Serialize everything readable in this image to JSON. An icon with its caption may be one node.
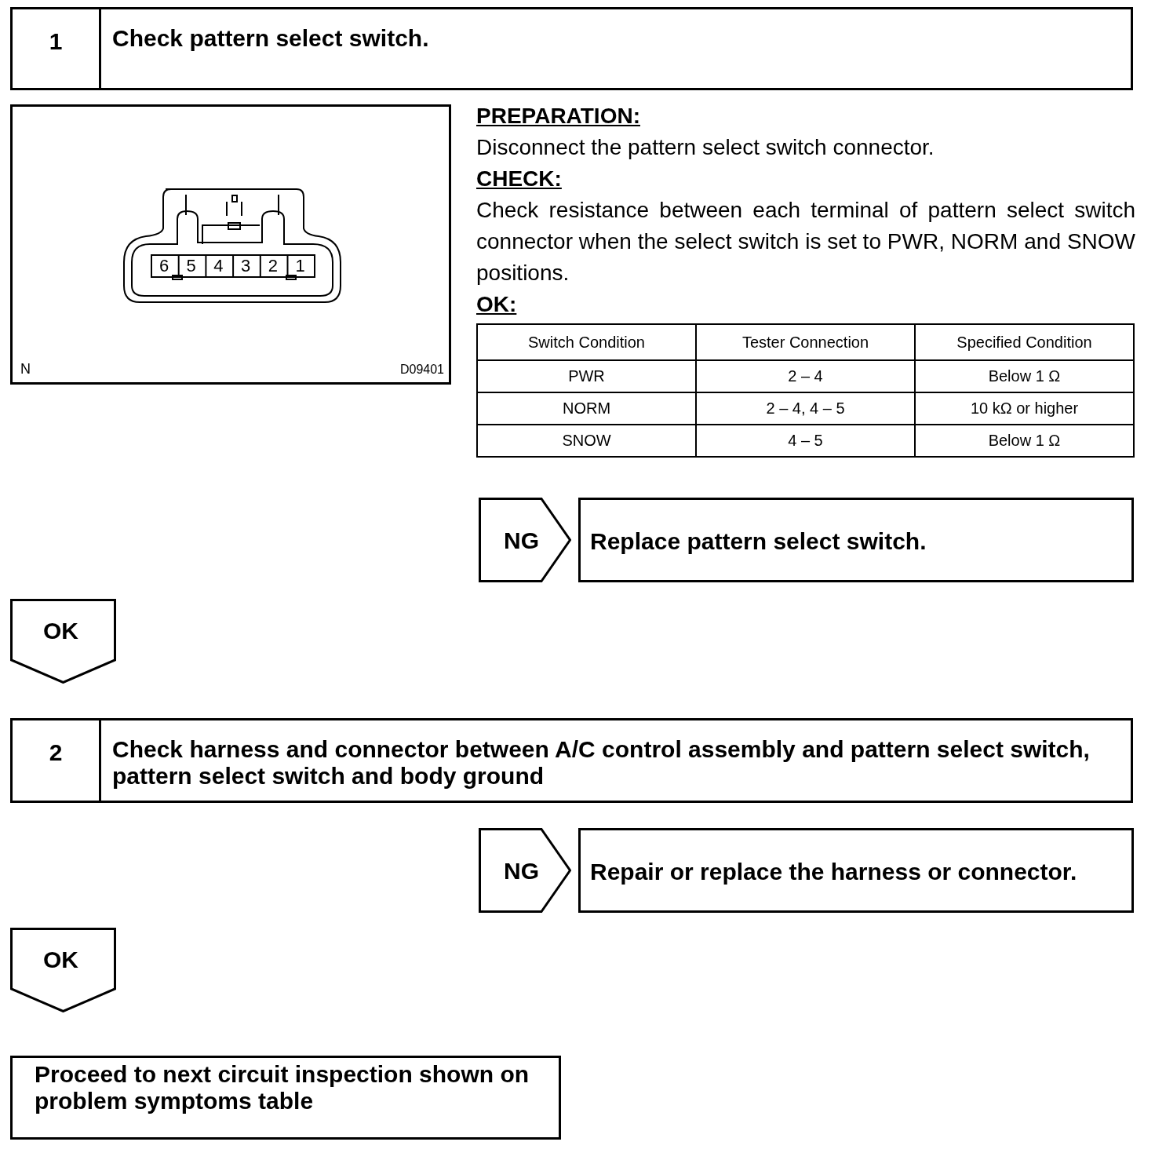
{
  "diagram": {
    "nodes": [
      {
        "text": [
          "1",
          "Check pattern select switch."
        ]
      },
      {
        "text": [
          "NG"
        ]
      },
      {
        "text": [
          "Replace pattern select switch."
        ]
      },
      {
        "text": [
          "OK"
        ]
      },
      {
        "text": [
          "2",
          "Check harness and connector between A/C control assembly and pattern select switch, pattern select switch and body ground"
        ]
      },
      {
        "text": [
          "NG"
        ]
      },
      {
        "text": [
          "Repair or replace the harness or connector."
        ]
      },
      {
        "text": [
          "OK"
        ]
      },
      {
        "text": [
          "Proceed to next circuit inspection shown on problem symptoms table"
        ]
      }
    ],
    "labels": [
      "6",
      "5",
      "4",
      "3",
      "2",
      "1",
      "N",
      "D09401",
      "PREPARATION:",
      "Disconnect the pattern select switch connector.",
      "CHECK:",
      "Check resistance between each terminal of pattern select switch connector when the select switch is set to PWR, NORM and SNOW positions.",
      "OK:",
      "Switch Condition",
      "Tester Connection",
      "Specified Condition",
      "PWR",
      "2 – 4",
      "Below 1 Ω",
      "NORM",
      "2 – 4, 4 – 5",
      "10 kΩ or higher",
      "SNOW",
      "4 – 5",
      "Below 1 Ω"
    ]
  }
}
